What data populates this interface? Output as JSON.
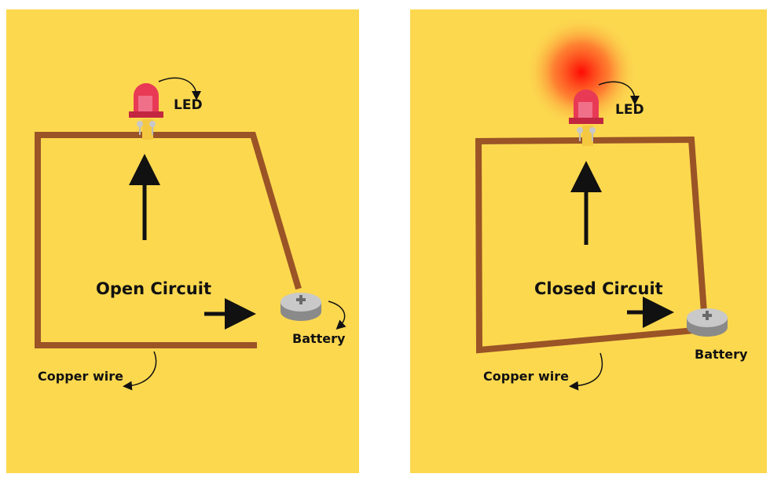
{
  "colors": {
    "background": "#fcd84f",
    "wire": "#9a5426",
    "led": "#e83a55",
    "glow": "#ff1a1a"
  },
  "panels": [
    {
      "title": "Open Circuit",
      "led_label": "LED",
      "battery_label": "Battery",
      "wire_label": "Copper wire"
    },
    {
      "title": "Closed Circuit",
      "led_label": "LED",
      "battery_label": "Battery",
      "wire_label": "Copper wire"
    }
  ]
}
